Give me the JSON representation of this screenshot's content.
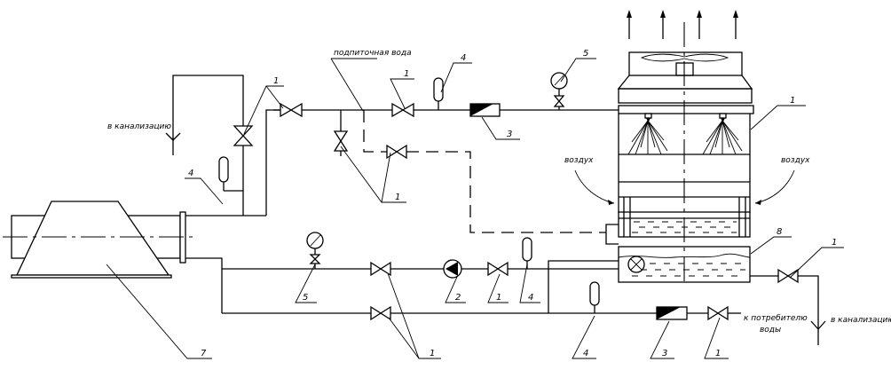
{
  "title": "Cooling tower water circulation scheme",
  "labels": {
    "sewer_left": "в канализацию",
    "sewer_right": "в канализацию",
    "makeup_water": "подпиточная вода",
    "air_left": "воздух",
    "air_right": "воздух",
    "consumer_line1": "к потребителю",
    "consumer_line2": "воды"
  },
  "callouts": {
    "valve_top_left": "1",
    "receiver_left": "4",
    "valve_makeup": "1",
    "receiver_top": "4",
    "gauge_top": "5",
    "meter_top": "3",
    "valves_bypass": "1",
    "tower": "1",
    "heat_exchanger": "7",
    "tank": "8",
    "valve_drain": "1",
    "gauge_bottom": "5",
    "pump": "2",
    "valve_pump": "1",
    "receiver_pump": "4",
    "valves_bottom": "1",
    "receiver_bottom": "4",
    "meter_bottom": "3",
    "valve_outlet": "1"
  },
  "components": [
    {
      "id": "cooling-tower",
      "name": "Cooling tower"
    },
    {
      "id": "heat-exchanger",
      "name": "Heat exchanger"
    },
    {
      "id": "tank",
      "name": "Collection tank"
    },
    {
      "id": "pump",
      "name": "Circulation pump"
    },
    {
      "id": "flow-meter",
      "name": "Flow meter"
    },
    {
      "id": "pressure-gauge",
      "name": "Pressure gauge"
    },
    {
      "id": "receiver",
      "name": "Expansion receiver"
    },
    {
      "id": "valve",
      "name": "Shut-off valve"
    }
  ]
}
